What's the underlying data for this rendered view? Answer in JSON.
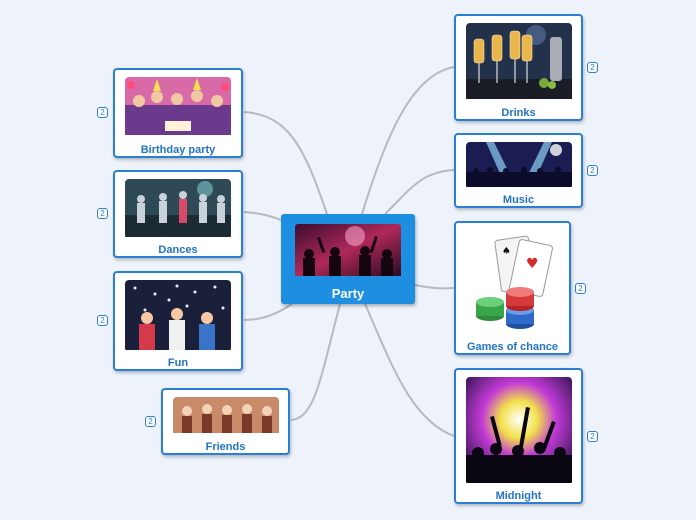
{
  "mindmap": {
    "central": {
      "label": "Party",
      "icon": "crowd-photo"
    },
    "topics": [
      {
        "id": "birthday",
        "label": "Birthday party",
        "icon": "birthday-photo",
        "count": "2"
      },
      {
        "id": "dances",
        "label": "Dances",
        "icon": "dance-photo",
        "count": "2"
      },
      {
        "id": "fun",
        "label": "Fun",
        "icon": "confetti-photo",
        "count": "2"
      },
      {
        "id": "friends",
        "label": "Friends",
        "icon": "friends-photo",
        "count": "2"
      },
      {
        "id": "drinks",
        "label": "Drinks",
        "icon": "champagne-photo",
        "count": "2"
      },
      {
        "id": "music",
        "label": "Music",
        "icon": "concert-photo",
        "count": "2"
      },
      {
        "id": "games",
        "label": "Games of chance",
        "icon": "cards-chips-photo",
        "count": "2"
      },
      {
        "id": "midnight",
        "label": "Midnight",
        "icon": "club-photo",
        "count": "2"
      }
    ]
  },
  "colors": {
    "accent": "#1e8fe0",
    "border": "#2a7fd4",
    "link": "#b5b9c0",
    "background": "#eef3fb"
  }
}
